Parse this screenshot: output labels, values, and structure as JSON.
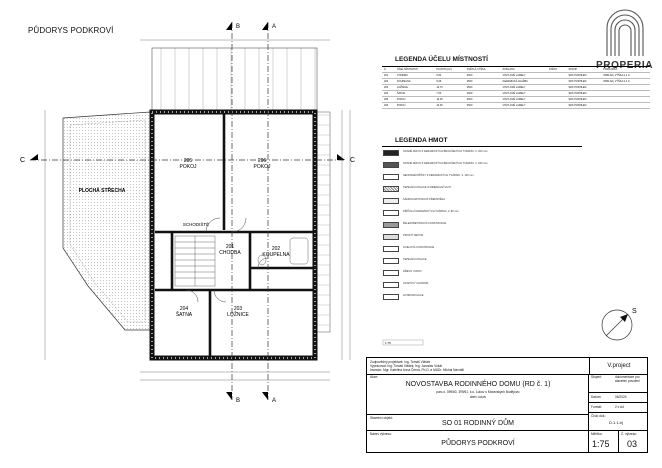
{
  "page_title": "PŮDORYS PODKROVÍ",
  "brand": "PROPERIA",
  "legend_rooms": {
    "title": "LEGENDA ÚČELU MÍSTNOSTÍ",
    "headers": [
      "Č.",
      "ÚČEL MÍSTNOSTI",
      "PLOCHA [m²]",
      "SVĚTLÁ VÝŠKA",
      "PODLAHA",
      "STĚNY",
      "STROP",
      "POZNÁMKA"
    ],
    "rows": [
      [
        "201",
        "CHODBA",
        "6,84",
        "2500",
        "VINYLOVÉ LAMELY",
        "",
        "SDK PODHLED",
        "OBKLAD, VÝŠKA 2,1 m"
      ],
      [
        "202",
        "KOUPELNA",
        "5,66",
        "2500",
        "KERAMICKÁ DLAŽBA",
        "",
        "SDK PODHLED",
        "OBKLAD, VÝŠKA 2,1 m"
      ],
      [
        "203",
        "LOŽNICE",
        "16,70",
        "2500",
        "VINYLOVÉ LAMELY",
        "",
        "SDK PODHLED",
        ""
      ],
      [
        "204",
        "ŠATNA",
        "7,53",
        "2500",
        "VINYLOVÉ LAMELY",
        "",
        "SDK PODHLED",
        ""
      ],
      [
        "205",
        "POKOJ",
        "16,25",
        "2500",
        "VINYLOVÉ LAMELY",
        "",
        "SDK PODHLED",
        ""
      ],
      [
        "206",
        "POKOJ",
        "16,25",
        "2500",
        "VINYLOVÉ LAMELY",
        "",
        "SDK PODHLED",
        ""
      ]
    ]
  },
  "legend_materials": {
    "title": "LEGENDA HMOT",
    "items": [
      "NOSNÉ ZDIVO Z KERAMICKÝCH BROUŠENÝCH TVÁRNIC, tl. 300 mm",
      "NOSNÉ ZDIVO Z KERAMICKÝCH BROUŠENÝCH TVÁRNIC, tl. 250 mm",
      "NENOSNÉ PŘÍČKY Z KERAMICKÝCH TVÁRNIC, tl. 115 mm",
      "TEPELNÁ IZOLACE Z MINERÁLNÍ VLNY",
      "SÁDROKARTONOVÁ PŘEDSTĚNA",
      "PŘÍČKA Z KERAMICKÝCH TVÁRNIC, tl. 80 mm",
      "ŽELEZOBETONOVÁ KONSTRUKCE",
      "PROSTÝ BETON",
      "OCELOVÁ KONSTRUKCE",
      "TEPELNÁ IZOLACE",
      "DŘEVO / KROV",
      "OKAPOVÝ CHODNÍK",
      "HYDROIZOLACE"
    ]
  },
  "rooms": [
    {
      "num": "205",
      "name": "POKOJ"
    },
    {
      "num": "206",
      "name": "POKOJ"
    },
    {
      "num": "201",
      "name": "CHODBA"
    },
    {
      "num": "202",
      "name": "KOUPELNA"
    },
    {
      "num": "204",
      "name": "ŠATNA"
    },
    {
      "num": "203",
      "name": "LOŽNICE"
    }
  ],
  "roof_label": "PLOCHÁ STŘECHA",
  "schodiste_label": "SCHODIŠTĚ",
  "section_marks": {
    "a": "A",
    "b": "B",
    "c": "C"
  },
  "north": "S",
  "scale_note": "1:75",
  "title_block": {
    "lines": [
      "Zodpovědný projektant: Ing. Tomáš Vlášek",
      "Vypracoval: Ing. Tomáš Vlášek, Ing. Jaroslav Vokál",
      "Investor: Mgr. Kateřina Anna Černá, Ph.D. a MUDr. Michal Navrátil"
    ],
    "company": "V.project",
    "akce_label": "Akce:",
    "akce": "NOVOSTAVBA RODINNÉHO DOMU (RD č. 1)",
    "akce_sub": "parc.č. 399/60, 399/61, k.ú. Lukov u Moravských Budějovic",
    "akce_sub2": "obec Lukov",
    "object_label": "Stavební objekt:",
    "object": "SO 01 RODINNÝ DŮM",
    "drawing_label": "Název výkresu:",
    "drawing": "PŮDORYS PODKROVÍ",
    "stupen_label": "Stupeň:",
    "stupen": "dokumentace pro stavební povolení",
    "datum_label": "Datum:",
    "datum": "06/2024",
    "format_label": "Formát:",
    "format": "2 x A4",
    "cislo_label": "Číslo dok.:",
    "cislo": "D.1.1.b)",
    "meritko_label": "Měřítko:",
    "meritko": "1:75",
    "vykres_label": "Č. výkresu:",
    "vykres": "03"
  }
}
